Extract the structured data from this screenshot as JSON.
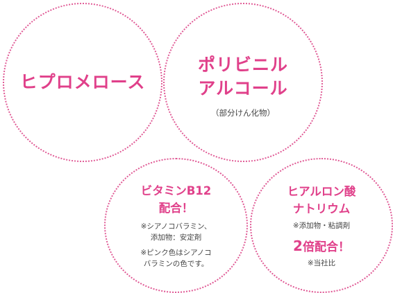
{
  "circle1": {
    "label": "ヒプロメロース"
  },
  "circle2": {
    "line1": "ポリビニル",
    "line2": "アルコール",
    "note": "（部分けん化物）"
  },
  "circle3": {
    "line1": "ビタミンB12",
    "line2": "配合！",
    "note1a": "※シアノコバラミン、",
    "note1b": "添加物：安定剤",
    "note2a": "※ピンク色はシアノコ",
    "note2b": "バラミンの色です。"
  },
  "circle4": {
    "line1": "ヒアルロン酸",
    "line2": "ナトリウム",
    "note1": "※添加物・粘調剤",
    "times_num": "2",
    "times_text": "倍配合！",
    "note2": "※当社比"
  }
}
